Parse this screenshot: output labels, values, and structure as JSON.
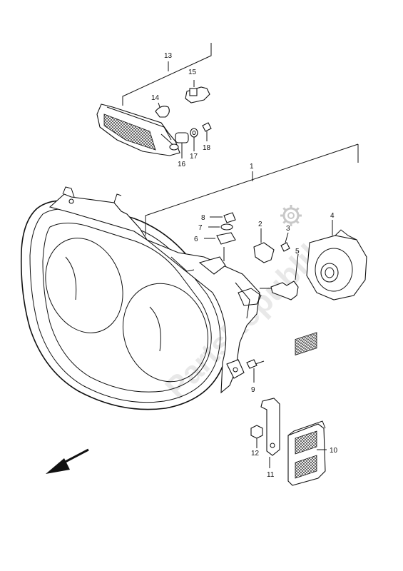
{
  "diagram": {
    "watermark": "PartsRepublik",
    "footer": "",
    "callouts": {
      "p1": "1",
      "p2": "2",
      "p3": "3",
      "p4": "4",
      "p5": "5",
      "p6": "6",
      "p7": "7",
      "p8": "8",
      "p9": "9",
      "p10": "10",
      "p11": "11",
      "p12": "12",
      "p13": "13",
      "p14": "14",
      "p15": "15",
      "p16": "16",
      "p17": "17",
      "p18": "18"
    },
    "icons": {
      "gear": "gear-icon",
      "direction": "front-direction-arrow-icon"
    }
  }
}
